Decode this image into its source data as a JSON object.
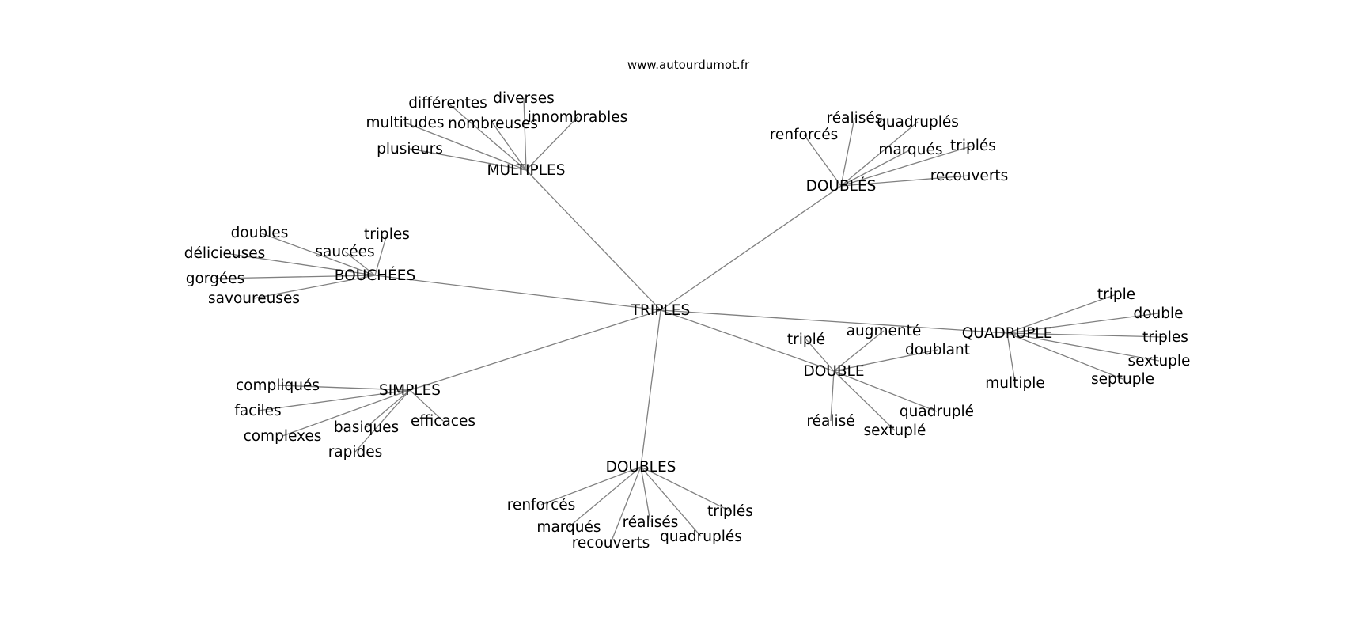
{
  "site": "www.autourdumot.fr",
  "root": "TRIPLES",
  "clusters": [
    {
      "key": "multiples",
      "label": "MULTIPLES",
      "words": [
        "différentes",
        "diverses",
        "multitudes",
        "nombreuses",
        "innombrables",
        "plusieurs"
      ]
    },
    {
      "key": "doubles-top",
      "label": "DOUBLÉS",
      "words": [
        "réalisés",
        "quadruplés",
        "renforcés",
        "marqués",
        "triplés",
        "recouverts"
      ]
    },
    {
      "key": "bouchees",
      "label": "BOUCHÉES",
      "words": [
        "doubles",
        "triples",
        "délicieuses",
        "saucées",
        "gorgées",
        "savoureuses"
      ]
    },
    {
      "key": "quadruple",
      "label": "QUADRUPLE",
      "words": [
        "triple",
        "double",
        "triples",
        "sextuple",
        "septuple",
        "multiple"
      ]
    },
    {
      "key": "double",
      "label": "DOUBLE",
      "words": [
        "triplé",
        "augmenté",
        "doublant",
        "quadruplé",
        "réalisé",
        "sextuplé"
      ]
    },
    {
      "key": "simples",
      "label": "SIMPLES",
      "words": [
        "compliqués",
        "faciles",
        "complexes",
        "basiques",
        "efficaces",
        "rapides"
      ]
    },
    {
      "key": "doubles-bottom",
      "label": "DOUBLES",
      "words": [
        "renforcés",
        "marqués",
        "recouverts",
        "réalisés",
        "quadruplés",
        "triplés"
      ]
    }
  ]
}
